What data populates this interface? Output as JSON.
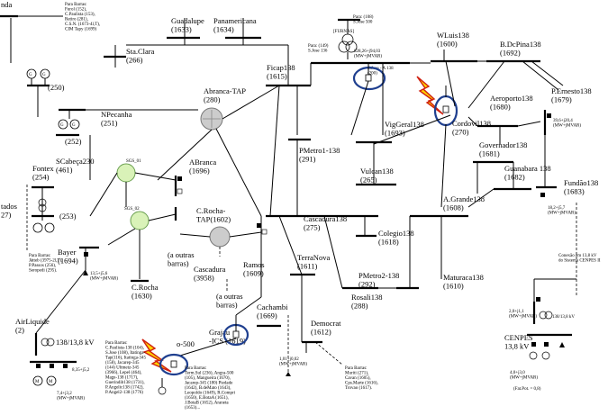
{
  "buses": {
    "nda": "nda",
    "guadalupe": "Guadalupe\n(1633)",
    "panamericana": "Panamericana\n(1634)",
    "sta_clara": "Sta.Clara\n(266)",
    "furnas": "[FURNAS]",
    "furnas_feed": "Para: (108)\nS.Jose 500",
    "furnas_tr": "Para: (149)\nS.Jose 136",
    "furnas_flow": "828,26+j94,03\n(MW+jMVAR)",
    "sjose_a": "S.Jose - A 138\n(200)",
    "wluis": "WLuis138\n(1600)",
    "bdcpina": "B.DcPina138\n(1692)",
    "g250": "(250)",
    "abranca_tap": "Abranca-TAP\n(280)",
    "ficap": "Ficap138\n(1615)",
    "npecanha": "NPecanha\n(251)",
    "n252": "(252)",
    "scabeca": "SCabeça230\n(461)",
    "fontex": "Fontex\n(254)",
    "n253": "(253)",
    "tados": "tados\n27)",
    "abranca": "ABranca\n(1696)",
    "vigeral": "VigGeral138\n(1693)",
    "pmetro1": "PMetro1-138\n(291)",
    "cordovil": "Cordovil138\n(270)",
    "aeroporto": "Aeroporto138\n(1680)",
    "perneslo": "P.Ernesto138\n(1679)",
    "perneslo_flow": "39,6+j20,4\n(MW+jMVAR)",
    "governador": "Governador138\n(1681)",
    "guanabara": "Guanabara 138\n(1682)",
    "fundao": "Fundão138\n(1683)",
    "fundao_flow": "18,2+j5,7\n(MW+jMVAR)",
    "vulcan": "Vulcan138\n(265)",
    "agrande": "A.Grande138\n(1608)",
    "colegio": "Colegio138\n(1618)",
    "cascadura138": "Cascadura138\n(275)",
    "crocha_tap": "C.Rocha-\nTAP(1602)",
    "outras1": "(a outras\nbarras)",
    "bayer": "Bayer\n(1694)",
    "bayer_flow": "13,5+j5,6\n(MW+jMVAR)",
    "crocha": "C.Rocha\n(1630)",
    "cascadura": "Cascadura\n(3958)",
    "outras2": "(a outras\nbarras)",
    "ramos": "Ramos\n(1609)",
    "terranova": "TerraNova\n(1611)",
    "pmetro2": "PMetro2-138\n(292)",
    "rosali": "Rosali138\n(288)",
    "maturaca": "Maturaca138\n(1610)",
    "cachambi": "Cachambi\n(1669)",
    "democrat": "Democrat\n(1612)",
    "grajau": "Grajau\n-ICS (1619)",
    "airliquide": "AirLiquide\n(2)",
    "tr_airliquide": "138/13,8 kV",
    "airliquide_flow": "7,4+j3,2\n(MW+jMVAR)",
    "airliquide_flow2": "8,35+j5,2",
    "n500": "o-500",
    "flow_101": "1,01+j0,02\n(MW+jMVAR)",
    "cenpes_flow": "2,0+j1,1\n(MW+jMVAR)",
    "tr_cenpes": "138/13,8 kV",
    "cenpes": "CENPES\n13,8 kV",
    "cenpes_load": "4,0+j3,0\n(MW+jMVAR)",
    "cenpes_pf": "(Fat.Pot. = 0,8)",
    "sgs01": "SGS_01",
    "sgs02": "SGS_02",
    "conexao": "Conexão em 13,8 kV\ndo Sistema CENPES II"
  },
  "notes": {
    "top_left": "Para Barras:\nFurol (152),\nC.Paulista (153),\nRetiro (281),\nC.S.N. (1673-4l,T),\nCIM Tapy (1699)",
    "bottom_left": "Para Barras:\nJätteb (3975-2l,T),\nP.Passos (256),\nSeropedi (295).",
    "grajau_notes": "Para Barras:\nC.Paulista-138 (104),\nS.Jose (108), Itatinga-\nTap(116), Itatinga-345\n(158), Jacarep-345\n(144) Ultmetz-345\n(3966), Lepel (464),\nMage-138 (1717),\nGuerindib138 (1731),\nP.Angelic138 (1742),\nP.Angel2-138 (1776)",
    "terranova_notes": "Para Barras:\nTerm.Sul (236), Angra-500\n(105), Mangueira (1670),\nJacarep-345 (180) Piedade\n(1642), B.deMato (1643),\nLeopoldo (1649), R.Compri\n(1650), E.BotaA (1651),\nJ.BotaB (1652), Araneta\n(1653)...",
    "democrat_notes": "Para Barras:\nMuriti (271),\nCavan (1605),\nCps.Marte (1616),\nTrovao (1617)."
  },
  "highlights": {
    "ellipse_color": "#1f3f8f",
    "lightning_color": "#ffd400",
    "lightning_stroke": "#d02010",
    "tap_fill": "#cccccc",
    "svc_fill": "#d9f2b8"
  }
}
